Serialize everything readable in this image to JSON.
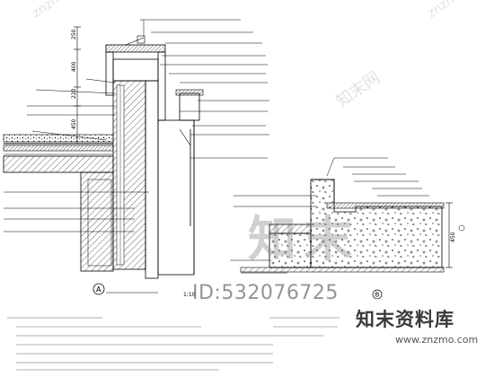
{
  "detail_a": {
    "marker": "A",
    "scale": "1:10",
    "dims_left": [
      "250",
      "400",
      "220",
      "450"
    ]
  },
  "detail_b": {
    "marker": "B",
    "dim_right": "450"
  },
  "watermark": {
    "brand": "知末资料库",
    "url": "www.znzmo.com",
    "id_text": "ID:532076725",
    "big_mark": "知末"
  }
}
